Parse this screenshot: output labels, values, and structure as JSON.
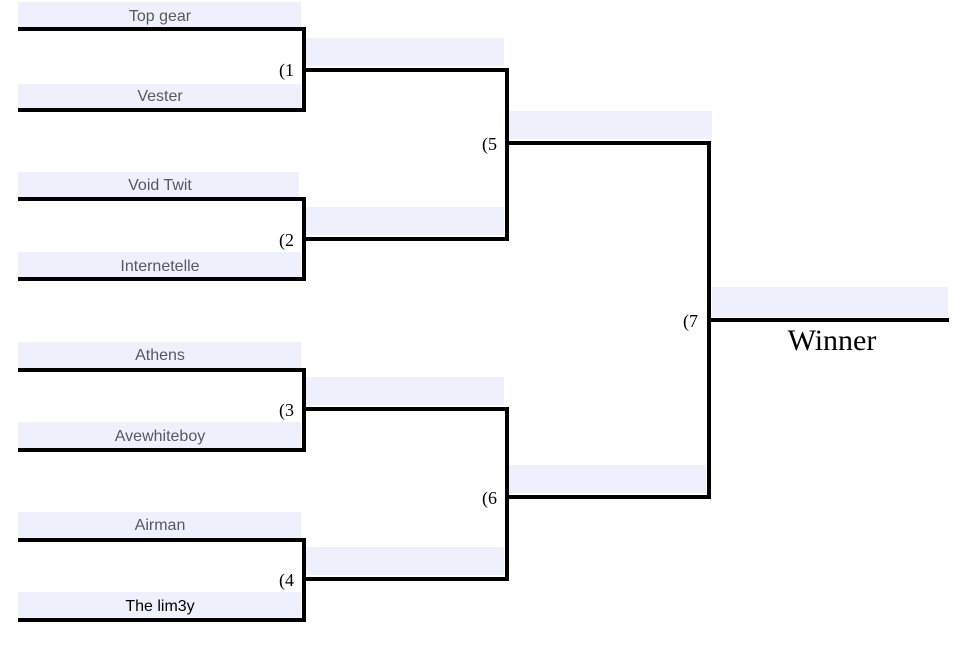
{
  "bracket": {
    "round1": [
      {
        "match": "(1",
        "top": "Top gear",
        "bottom": "Vester"
      },
      {
        "match": "(2",
        "top": "Void Twit",
        "bottom": "Internetelle"
      },
      {
        "match": "(3",
        "top": "Athens",
        "bottom": "Avewhiteboy"
      },
      {
        "match": "(4",
        "top": "Airman",
        "bottom": "The lim3y"
      }
    ],
    "round2": [
      {
        "match": "(5"
      },
      {
        "match": "(6"
      }
    ],
    "final": {
      "match": "(7"
    },
    "winner_label": "Winner"
  }
}
